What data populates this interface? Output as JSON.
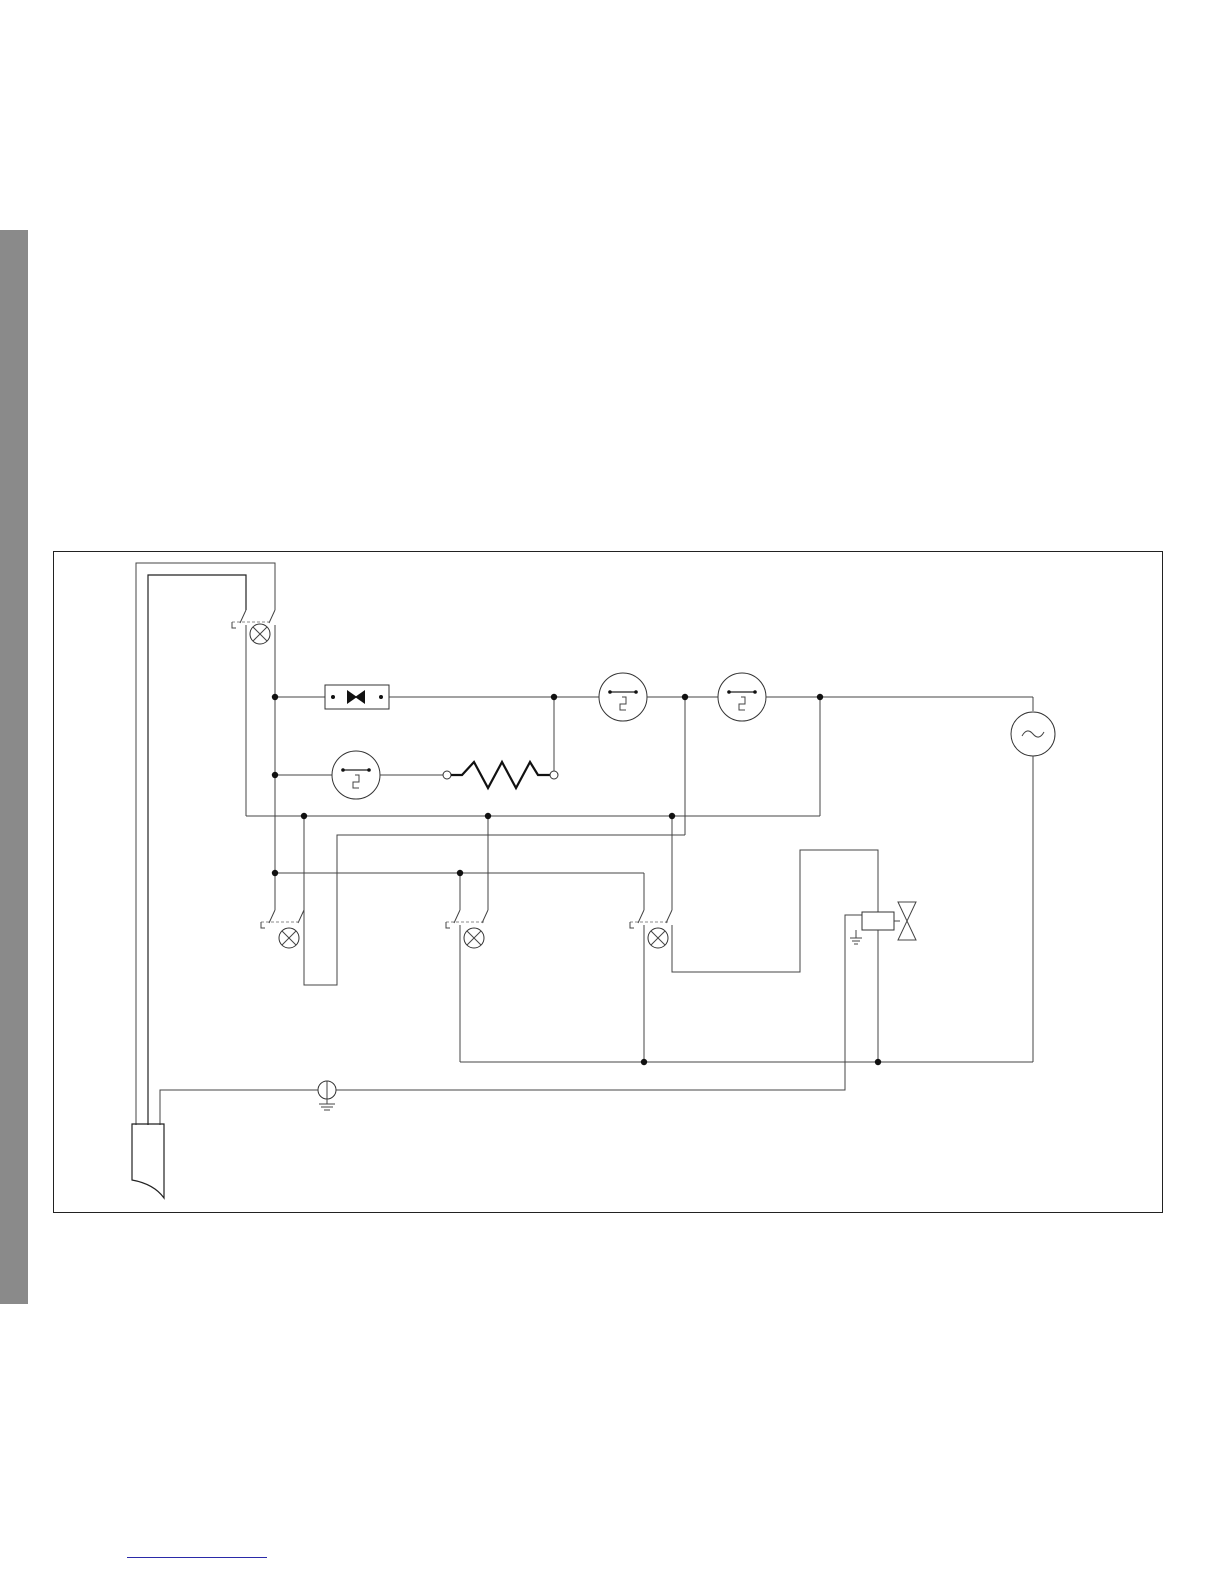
{
  "page": {
    "background": "#ffffff"
  },
  "side_tab": {
    "color": "#8a8a8a"
  },
  "diagram": {
    "frame_color": "#222222",
    "wire_color": "#444444",
    "components": [
      {
        "id": "switch-lamp-main",
        "icon": "switch-with-lamp-icon"
      },
      {
        "id": "fuse",
        "icon": "fuse-icon"
      },
      {
        "id": "thermostat-1",
        "icon": "thermostat-icon"
      },
      {
        "id": "thermostat-2",
        "icon": "thermostat-icon"
      },
      {
        "id": "thermostat-3",
        "icon": "thermostat-icon"
      },
      {
        "id": "heating-element",
        "icon": "resistor-icon"
      },
      {
        "id": "motor",
        "icon": "ac-motor-icon"
      },
      {
        "id": "switch-lamp-2",
        "icon": "switch-with-lamp-icon"
      },
      {
        "id": "switch-lamp-3",
        "icon": "switch-with-lamp-icon"
      },
      {
        "id": "switch-lamp-4",
        "icon": "switch-with-lamp-icon"
      },
      {
        "id": "solenoid-valve",
        "icon": "solenoid-valve-icon"
      },
      {
        "id": "ground-terminal",
        "icon": "ground-icon"
      },
      {
        "id": "power-cable",
        "icon": "cable-plug-icon"
      }
    ]
  },
  "footer": {
    "rule_color": "#2a2aa8"
  }
}
